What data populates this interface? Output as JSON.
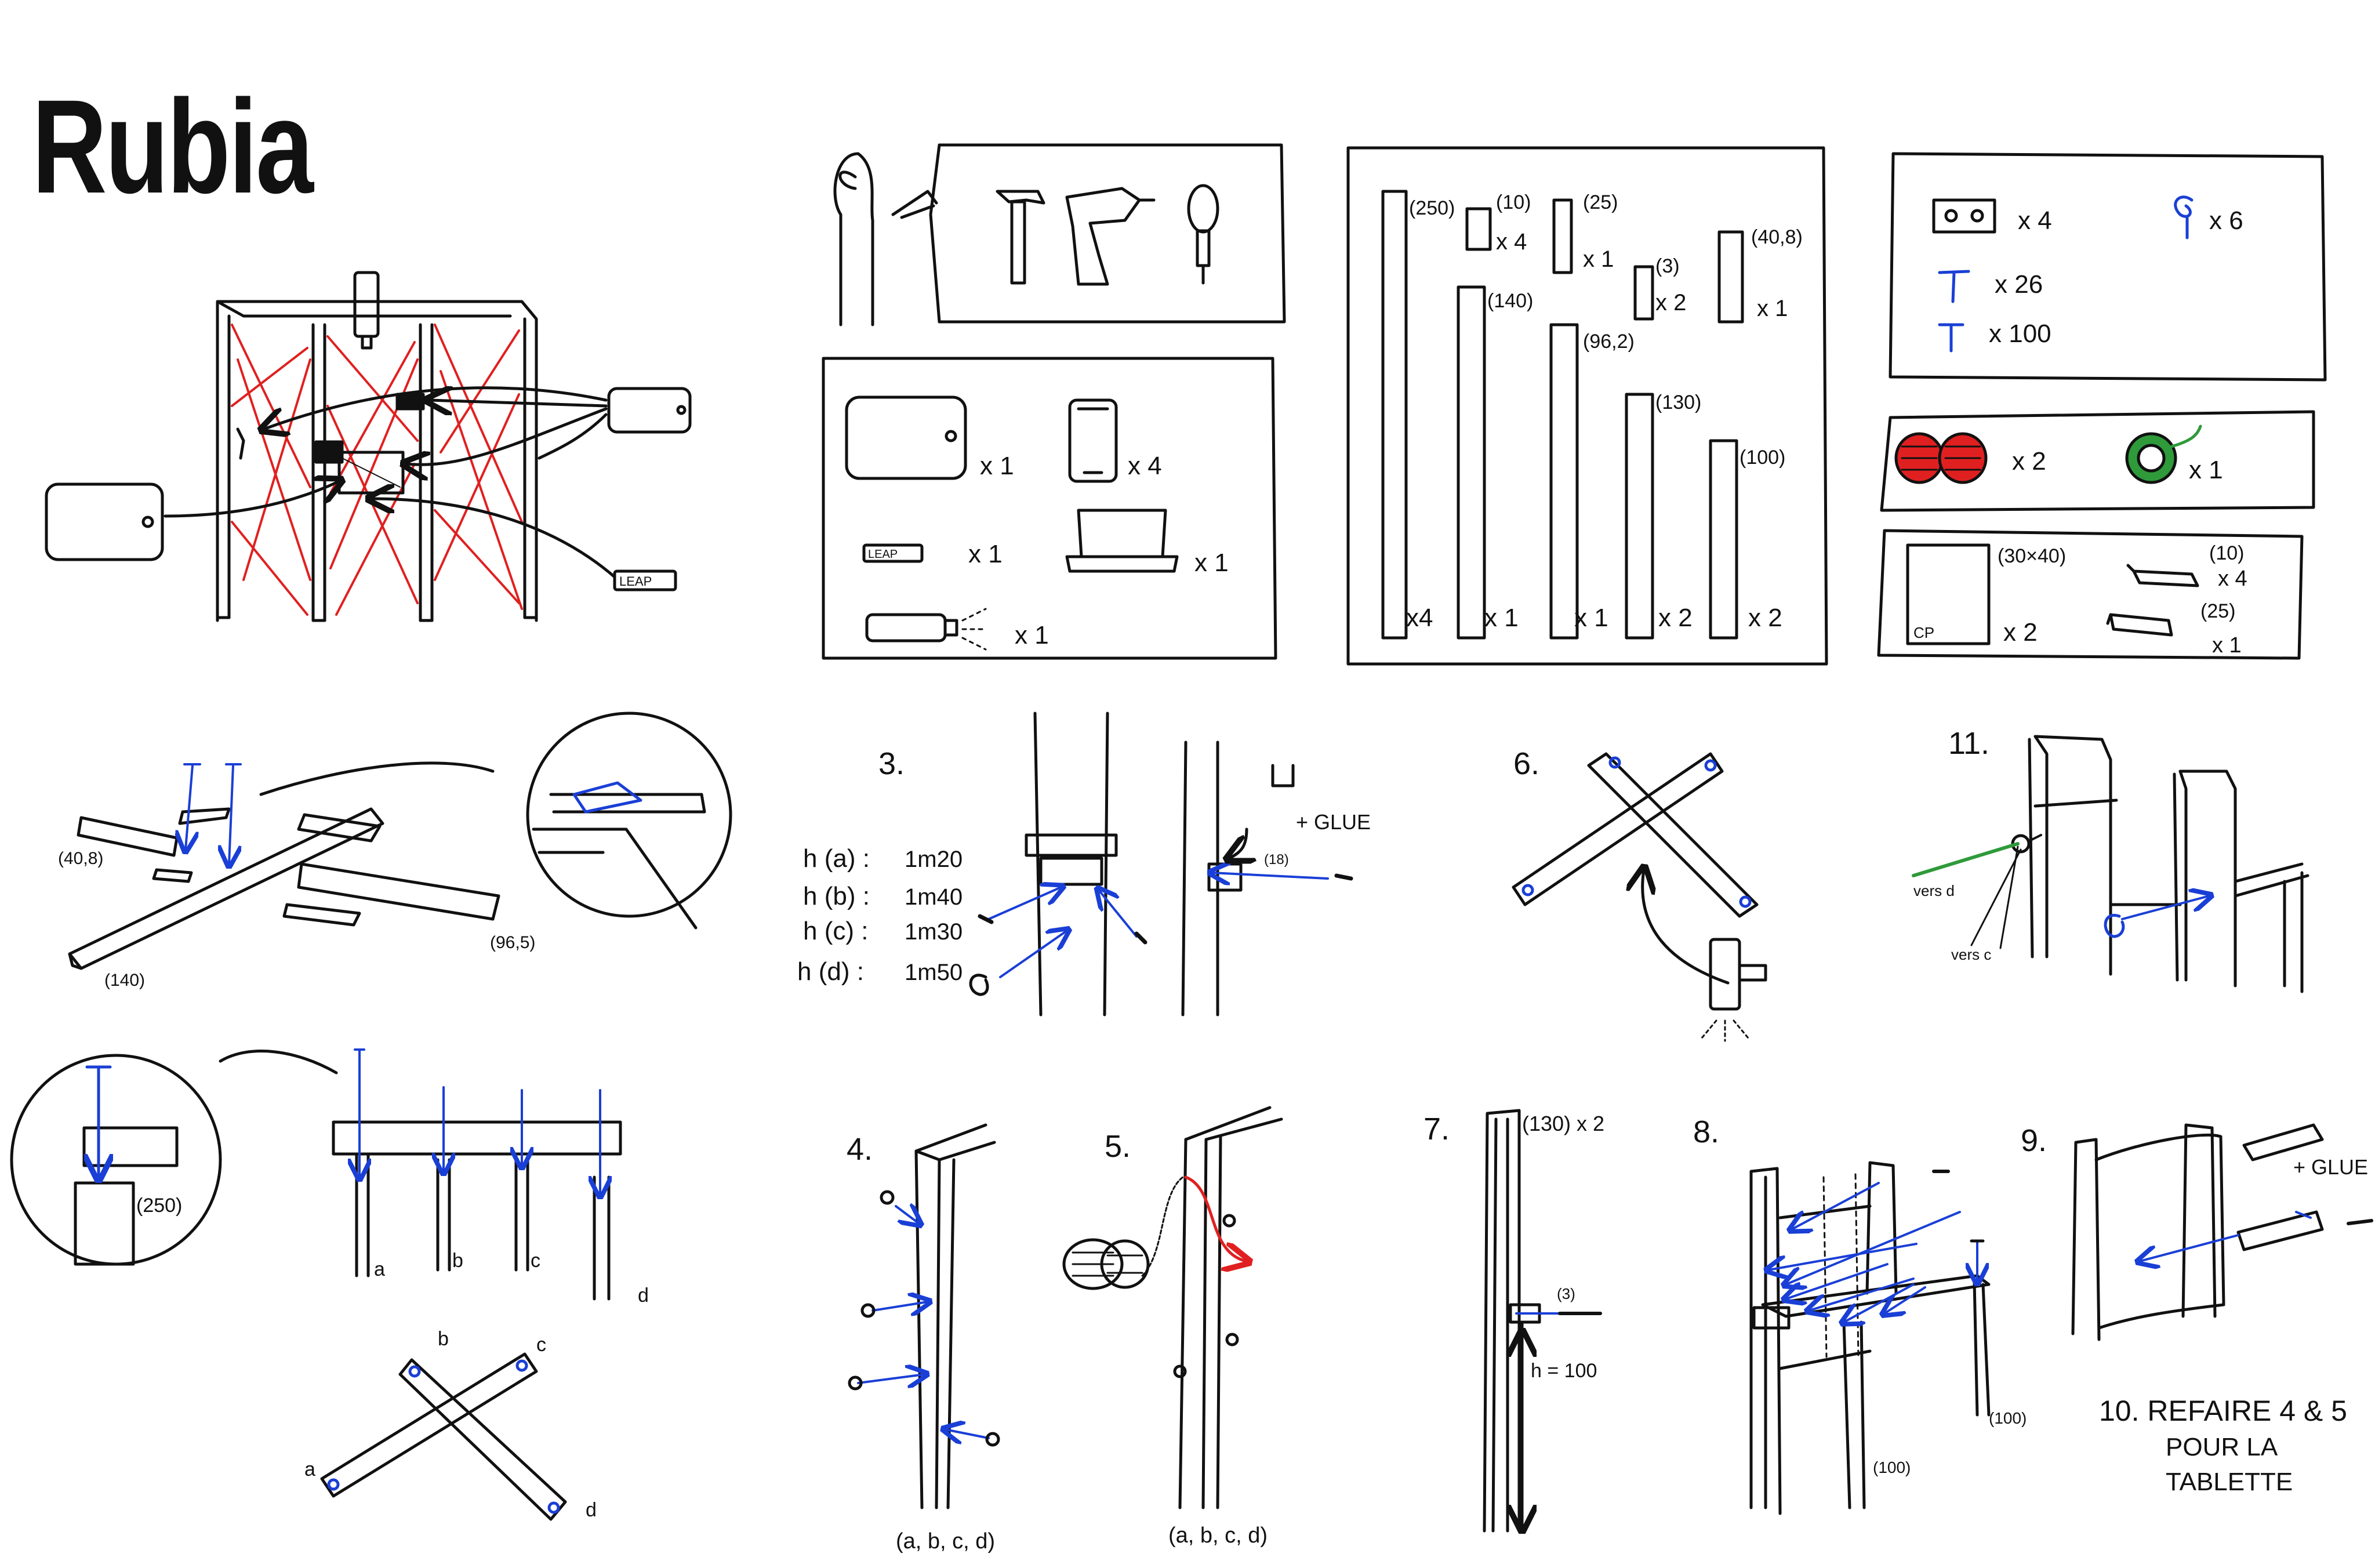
{
  "title": "Rubia",
  "overview": {
    "labels": {
      "leap": "LEAP"
    }
  },
  "tools_panel": {
    "tools": [
      "hammer-icon",
      "drill-icon",
      "screwdriver-icon"
    ]
  },
  "electronics_panel": {
    "items": [
      {
        "icon": "tablet-icon",
        "qty": "x 1"
      },
      {
        "icon": "phone-icon",
        "qty": "x 4"
      },
      {
        "icon": "leap-motion-icon",
        "label": "LEAP",
        "qty": "x 1"
      },
      {
        "icon": "laptop-icon",
        "qty": "x 1"
      },
      {
        "icon": "projector-icon",
        "qty": "x 1"
      }
    ]
  },
  "wood_panel": {
    "boards": [
      {
        "size": "(250)",
        "qty": "x4"
      },
      {
        "size": "(10)",
        "qty": "x 4"
      },
      {
        "size": "(25)",
        "qty": "x 1"
      },
      {
        "size": "(140)",
        "qty": "x 1"
      },
      {
        "size": "(96,2)",
        "qty": "x 1"
      },
      {
        "size": "(3)",
        "qty": "x 2"
      },
      {
        "size": "(40,8)",
        "qty": "x 1"
      },
      {
        "size": "(130)",
        "qty": "x 2"
      },
      {
        "size": "(100)",
        "qty": "x 2"
      }
    ]
  },
  "hardware_panel": {
    "items": [
      {
        "icon": "bracket-plate-icon",
        "qty": "x 4"
      },
      {
        "icon": "hook-icon",
        "qty": "x 6"
      },
      {
        "icon": "screw-icon",
        "qty": "x 26"
      },
      {
        "icon": "nail-icon",
        "qty": "x 100"
      }
    ]
  },
  "yarn_panel": {
    "items": [
      {
        "icon": "yarn-ball-icon",
        "qty": "x 2"
      },
      {
        "icon": "wire-coil-icon",
        "qty": "x 1"
      }
    ]
  },
  "panels_panel": {
    "items": [
      {
        "label": "CP",
        "size": "(30×40)",
        "qty": "x 2"
      },
      {
        "size": "(10)",
        "qty": "x 4"
      },
      {
        "size": "(25)",
        "qty": "x 1"
      }
    ]
  },
  "step_frame": {
    "labels": [
      "(40,8)",
      "(140)",
      "(96,5)"
    ]
  },
  "step_legs": {
    "zoom_label": "(250)",
    "legs": [
      "a",
      "b",
      "c",
      "d"
    ],
    "cross": [
      "a",
      "b",
      "c",
      "d"
    ]
  },
  "step3": {
    "number": "3.",
    "heights": [
      {
        "name": "h (a) :",
        "value": "1m20"
      },
      {
        "name": "h (b) :",
        "value": "1m40"
      },
      {
        "name": "h (c) :",
        "value": "1m30"
      },
      {
        "name": "h (d) :",
        "value": "1m50"
      }
    ],
    "glue": "+ GLUE",
    "size": "(18)"
  },
  "step4": {
    "number": "4.",
    "caption": "(a, b, c, d)"
  },
  "step5": {
    "number": "5.",
    "caption": "(a, b, c, d)"
  },
  "step6": {
    "number": "6."
  },
  "step7": {
    "number": "7.",
    "label": "(130) x 2",
    "size": "(3)",
    "height": "h = 100"
  },
  "step8": {
    "number": "8.",
    "labels": [
      "(100)",
      "(100)"
    ]
  },
  "step9": {
    "number": "9.",
    "glue": "+ GLUE"
  },
  "step10": {
    "text": [
      "10. REFAIRE 4 & 5",
      "POUR LA",
      "TABLETTE"
    ]
  },
  "step11": {
    "number": "11.",
    "labels": [
      "vers d",
      "vers c"
    ]
  },
  "colors": {
    "ink": "#111111",
    "red": "#e02020",
    "blue": "#1a3fd6",
    "green": "#2f9a3a"
  }
}
